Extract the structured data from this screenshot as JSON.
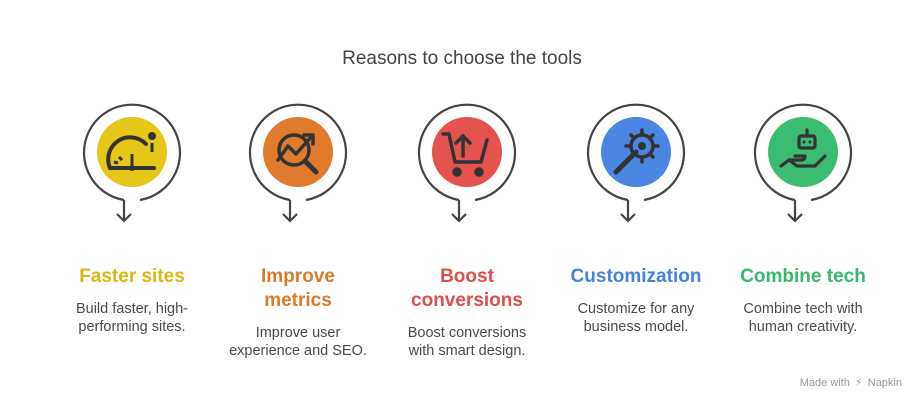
{
  "title": "Reasons to choose the tools",
  "items": [
    {
      "heading": "Faster sites",
      "description_lines": [
        "Build faster, high-",
        "performing sites."
      ],
      "color": "#E5C619",
      "text_color": "#D9B812",
      "icon": "speedometer-icon"
    },
    {
      "heading_lines": [
        "Improve",
        "metrics"
      ],
      "description_lines": [
        "Improve user",
        "experience and SEO."
      ],
      "color": "#E07B2E",
      "text_color": "#DC7A2C",
      "icon": "analytics-magnifier-icon"
    },
    {
      "heading_lines": [
        "Boost",
        "conversions"
      ],
      "description_lines": [
        "Boost conversions",
        "with smart design."
      ],
      "color": "#E5534F",
      "text_color": "#DE4E4A",
      "icon": "cart-upload-icon"
    },
    {
      "heading": "Customization",
      "description_lines": [
        "Customize for any",
        "business model."
      ],
      "color": "#4A86E2",
      "text_color": "#4782DE",
      "icon": "wrench-gear-icon"
    },
    {
      "heading": "Combine tech",
      "description_lines": [
        "Combine tech with",
        "human creativity."
      ],
      "color": "#3CBC72",
      "text_color": "#36B86C",
      "icon": "robot-hand-icon"
    }
  ],
  "footer": {
    "made_with": "Made with",
    "brand": "Napkin"
  }
}
